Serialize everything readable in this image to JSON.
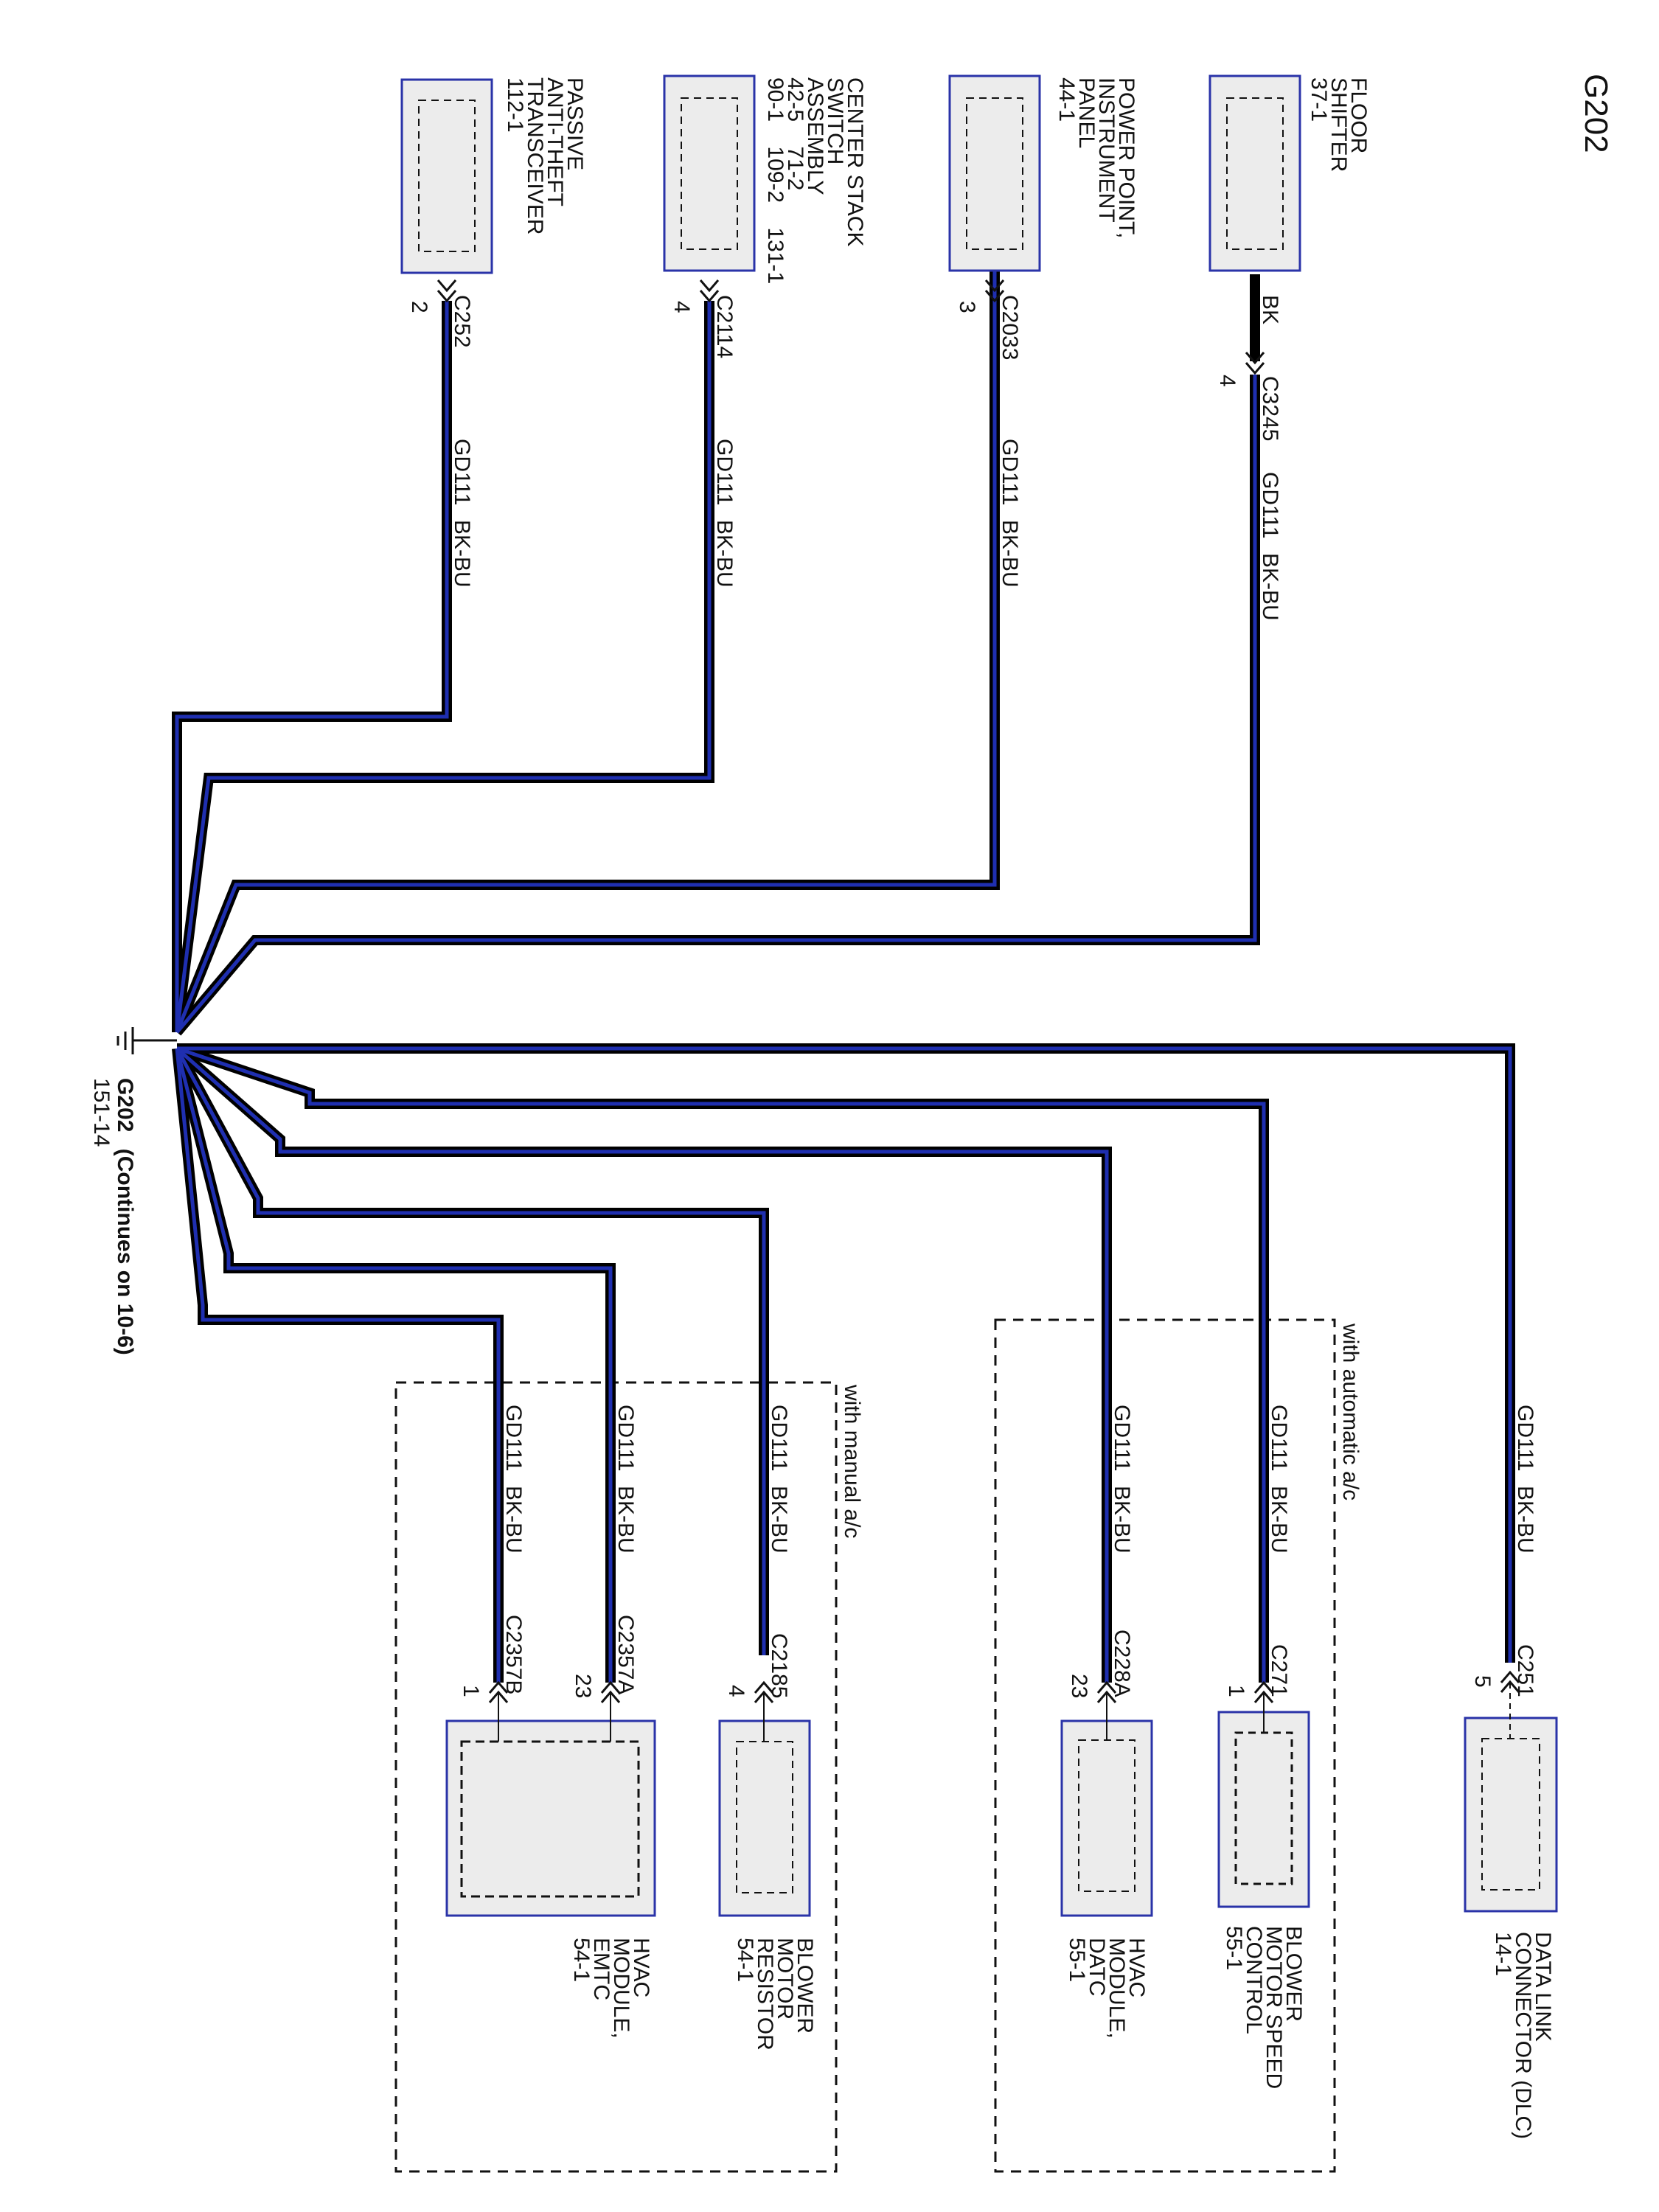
{
  "title": "G202",
  "colors": {
    "wire_core": "#1f2fb0",
    "wire_outline": "#000000",
    "module_fill": "#ececec",
    "module_border": "#2a33a8"
  },
  "ground": {
    "name": "G202",
    "note": "(Continues on 10-6)",
    "ref": "151-14"
  },
  "wire": {
    "circuit": "GD111",
    "color_code": "BK-BU",
    "pigtail_color": "BK"
  },
  "regions": {
    "automatic": "with automatic a/c",
    "manual": "with manual a/c"
  },
  "top_components": [
    {
      "lines": [
        "FLOOR",
        "SHIFTER",
        "37-1"
      ],
      "connector": "C3245",
      "pin": "4"
    },
    {
      "lines": [
        "POWER POINT,",
        "INSTRUMENT",
        "PANEL",
        "44-1"
      ],
      "connector": "C2033",
      "pin": "3"
    },
    {
      "lines": [
        "CENTER STACK",
        "SWITCH",
        "ASSEMBLY",
        "42-5    71-2",
        "90-1    109-2    131-1"
      ],
      "connector": "C2114",
      "pin": "4"
    },
    {
      "lines": [
        "PASSIVE",
        "ANTI-THEFT",
        "TRANSCEIVER",
        "112-1"
      ],
      "connector": "C252",
      "pin": "2"
    }
  ],
  "bottom_components": [
    {
      "lines": [
        "DATA LINK",
        "CONNECTOR (DLC)",
        "14-1"
      ],
      "connector": "C251",
      "pin": "5"
    },
    {
      "lines": [
        "BLOWER",
        "MOTOR SPEED",
        "CONTROL",
        "55-1"
      ],
      "connector": "C271",
      "pin": "1"
    },
    {
      "lines": [
        "HVAC",
        "MODULE,",
        "DATC",
        "55-1"
      ],
      "connector": "C228A",
      "pin": "23"
    },
    {
      "lines": [
        "BLOWER",
        "MOTOR",
        "RESISTOR",
        "54-1"
      ],
      "connector": "C2185",
      "pin": "4"
    },
    {
      "lines": [
        "HVAC",
        "MODULE,",
        "EMTC",
        "54-1"
      ],
      "connector_a": "C2357A",
      "pin_a": "23",
      "connector_b": "C2357B",
      "pin_b": "1"
    }
  ]
}
